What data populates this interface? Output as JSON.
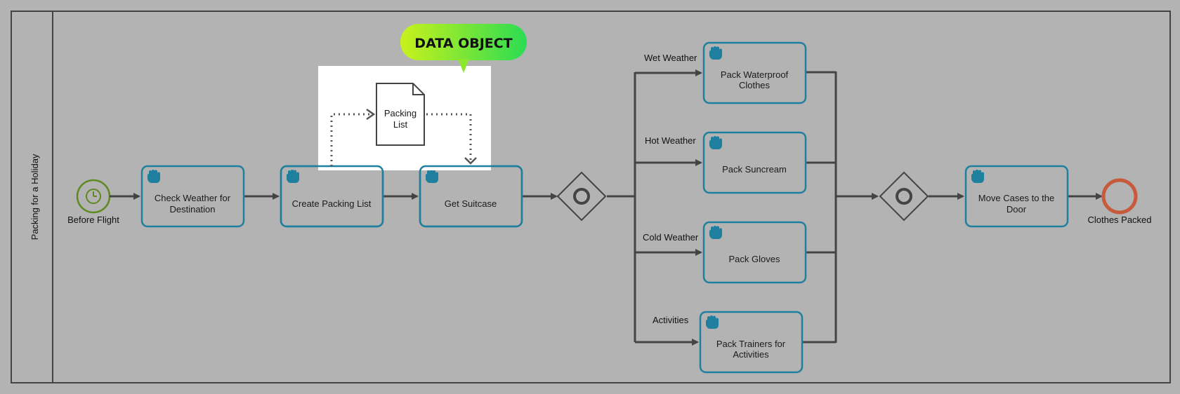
{
  "pool": {
    "label": "Packing for a Holiday"
  },
  "start_event": {
    "label": "Before Flight",
    "icon": "timer-icon"
  },
  "end_event": {
    "label": "Clothes Packed"
  },
  "tasks": {
    "check_weather": {
      "line1": "Check Weather for",
      "line2": "Destination"
    },
    "create_list": {
      "line1": "Create Packing List",
      "line2": ""
    },
    "get_suitcase": {
      "line1": "Get Suitcase",
      "line2": ""
    },
    "pack_waterproof": {
      "line1": "Pack Waterproof",
      "line2": "Clothes"
    },
    "pack_suncream": {
      "line1": "Pack Suncream",
      "line2": ""
    },
    "pack_gloves": {
      "line1": "Pack Gloves",
      "line2": ""
    },
    "pack_trainers": {
      "line1": "Pack Trainers for",
      "line2": "Activities"
    },
    "move_cases": {
      "line1": "Move Cases to the",
      "line2": "Door"
    }
  },
  "data_object": {
    "line1": "Packing",
    "line2": "List"
  },
  "callout": {
    "label": "DATA OBJECT"
  },
  "conditions": {
    "wet": "Wet Weather",
    "hot": "Hot Weather",
    "cold": "Cold Weather",
    "activities": "Activities"
  },
  "colors": {
    "background": "#b3b3b3",
    "task_border": "#1e7f9e",
    "manual_icon": "#1e7f9e",
    "start_event": "#5e8a1f",
    "end_event": "#c85a3c",
    "callout_from": "#c9f11c",
    "callout_to": "#2cdc52"
  }
}
